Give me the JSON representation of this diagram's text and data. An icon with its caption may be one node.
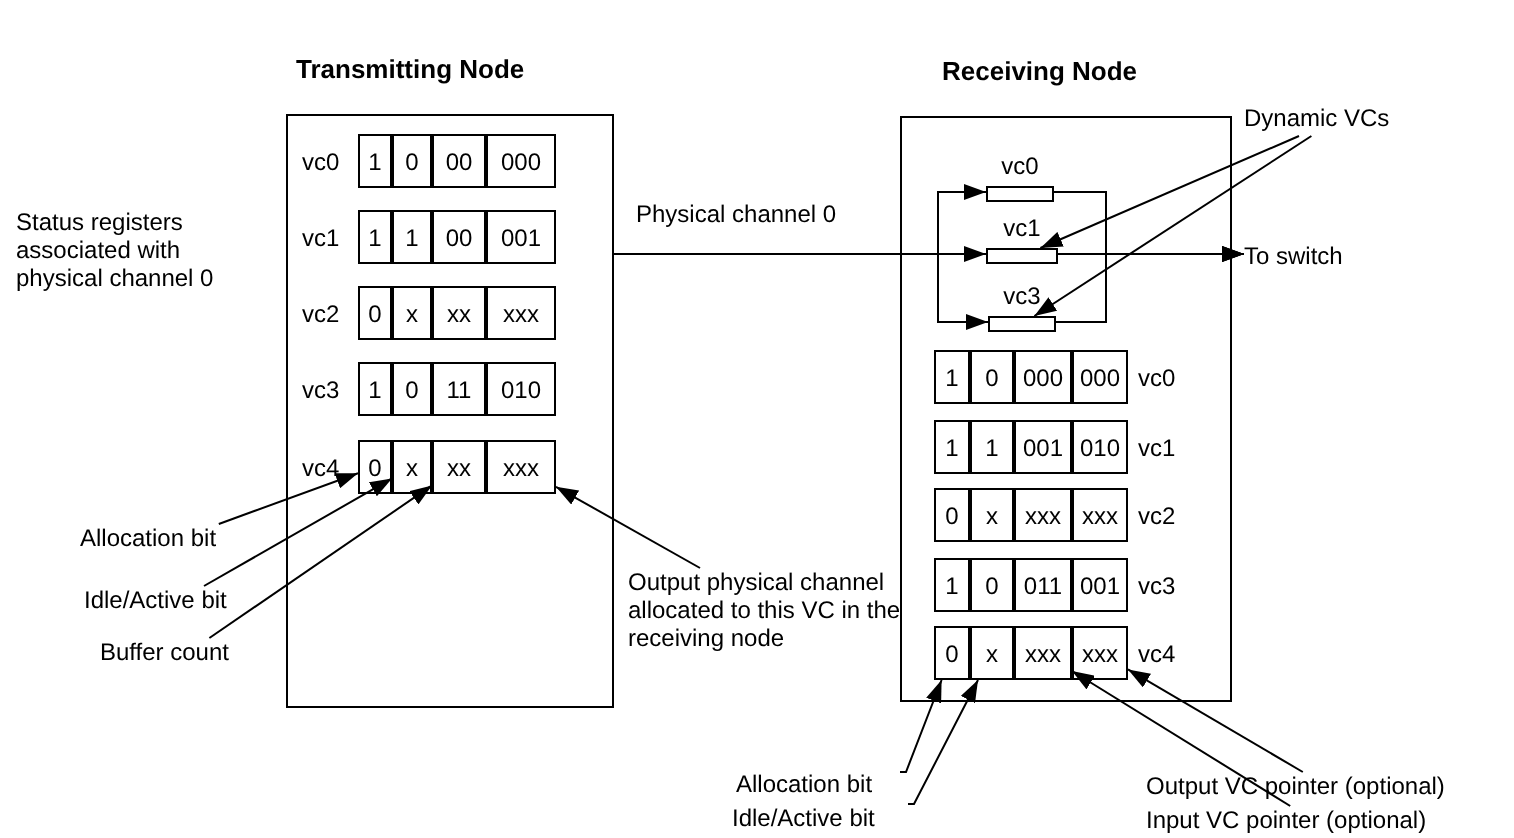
{
  "diagram": {
    "nodes": [
      {
        "text": [
          "Transmitting Node"
        ]
      },
      {
        "text": [
          "vc0"
        ],
        "in": 0
      },
      {
        "text": [
          "1"
        ],
        "in": 1
      },
      {
        "text": [
          "0"
        ],
        "in": 1
      },
      {
        "text": [
          "00"
        ],
        "in": 1
      },
      {
        "text": [
          "000"
        ],
        "in": 1
      },
      {
        "text": [
          "vc1"
        ],
        "in": 0
      },
      {
        "text": [
          "1"
        ],
        "in": 6
      },
      {
        "text": [
          "1"
        ],
        "in": 6
      },
      {
        "text": [
          "00"
        ],
        "in": 6
      },
      {
        "text": [
          "001"
        ],
        "in": 6
      },
      {
        "text": [
          "vc2"
        ],
        "in": 0
      },
      {
        "text": [
          "0"
        ],
        "in": 11
      },
      {
        "text": [
          "x"
        ],
        "in": 11
      },
      {
        "text": [
          "xx"
        ],
        "in": 11
      },
      {
        "text": [
          "xxx"
        ],
        "in": 11
      },
      {
        "text": [
          "vc3"
        ],
        "in": 0
      },
      {
        "text": [
          "1"
        ],
        "in": 16
      },
      {
        "text": [
          "0"
        ],
        "in": 16
      },
      {
        "text": [
          "11"
        ],
        "in": 16
      },
      {
        "text": [
          "010"
        ],
        "in": 16
      },
      {
        "text": [
          "vc4"
        ],
        "in": 0
      },
      {
        "text": [
          "0"
        ],
        "in": 21
      },
      {
        "text": [
          "x"
        ],
        "in": 21
      },
      {
        "text": [
          "xx"
        ],
        "in": 21
      },
      {
        "text": [
          "xxx"
        ],
        "in": 21
      },
      {
        "text": [
          "Receiving Node"
        ]
      },
      {
        "text": [
          "vc0"
        ],
        "in": 26
      },
      {
        "text": [
          "vc1"
        ],
        "in": 26
      },
      {
        "text": [
          "vc3"
        ],
        "in": 26
      },
      {
        "text": [
          "vc0"
        ],
        "in": 26
      },
      {
        "text": [
          "1"
        ],
        "in": 30
      },
      {
        "text": [
          "0"
        ],
        "in": 30
      },
      {
        "text": [
          "000"
        ],
        "in": 30
      },
      {
        "text": [
          "000"
        ],
        "in": 30
      },
      {
        "text": [
          "vc1"
        ],
        "in": 26
      },
      {
        "text": [
          "1"
        ],
        "in": 35
      },
      {
        "text": [
          "1"
        ],
        "in": 35
      },
      {
        "text": [
          "001"
        ],
        "in": 35
      },
      {
        "text": [
          "010"
        ],
        "in": 35
      },
      {
        "text": [
          "vc2"
        ],
        "in": 26
      },
      {
        "text": [
          "0"
        ],
        "in": 40
      },
      {
        "text": [
          "x"
        ],
        "in": 40
      },
      {
        "text": [
          "xxx"
        ],
        "in": 40
      },
      {
        "text": [
          "xxx"
        ],
        "in": 40
      },
      {
        "text": [
          "vc3"
        ],
        "in": 26
      },
      {
        "text": [
          "1"
        ],
        "in": 45
      },
      {
        "text": [
          "0"
        ],
        "in": 45
      },
      {
        "text": [
          "011"
        ],
        "in": 45
      },
      {
        "text": [
          "001"
        ],
        "in": 45
      },
      {
        "text": [
          "vc4"
        ],
        "in": 26
      },
      {
        "text": [
          "0"
        ],
        "in": 50
      },
      {
        "text": [
          "x"
        ],
        "in": 50
      },
      {
        "text": [
          "xxx"
        ],
        "in": 50
      },
      {
        "text": [
          "xxx"
        ],
        "in": 50
      },
      {
        "text": [
          "Dynamic VCs"
        ]
      },
      {
        "text": [
          "To switch"
        ]
      },
      {
        "text": [
          "Allocation bit"
        ]
      },
      {
        "text": [
          "Idle/Active bit"
        ]
      },
      {
        "text": [
          "Buffer count"
        ]
      },
      {
        "text": [
          "Output physical channel allocated to this VC in the receiving node"
        ]
      },
      {
        "text": [
          "Allocation bit"
        ]
      },
      {
        "text": [
          "Idle/Active bit"
        ]
      },
      {
        "text": [
          "Output VC pointer (optional)"
        ]
      },
      {
        "text": [
          "Input VC pointer (optional)"
        ]
      }
    ],
    "edges": [
      {
        "from": 0,
        "to": 27,
        "arrow": "to"
      },
      {
        "from": 0,
        "to": 28,
        "arrow": "to",
        "label": "Physical channel 0"
      },
      {
        "from": 0,
        "to": 29,
        "arrow": "to"
      },
      {
        "from": 27,
        "to": 56,
        "arrow": "to"
      },
      {
        "from": 28,
        "to": 56,
        "arrow": "to"
      },
      {
        "from": 29,
        "to": 56,
        "arrow": "to"
      },
      {
        "from": 55,
        "to": 28,
        "arrow": "to"
      },
      {
        "from": 55,
        "to": 29,
        "arrow": "to"
      },
      {
        "from": 57,
        "to": 22,
        "arrow": "to"
      },
      {
        "from": 58,
        "to": 23,
        "arrow": "to"
      },
      {
        "from": 59,
        "to": 24,
        "arrow": "to"
      },
      {
        "from": 60,
        "to": 25,
        "arrow": "to"
      },
      {
        "from": 61,
        "to": 51,
        "arrow": "to"
      },
      {
        "from": 62,
        "to": 52,
        "arrow": "to"
      },
      {
        "from": 63,
        "to": 54,
        "arrow": "to"
      },
      {
        "from": 64,
        "to": 53,
        "arrow": "to"
      }
    ],
    "labels": [
      "Status registers associated with physical channel 0"
    ]
  }
}
